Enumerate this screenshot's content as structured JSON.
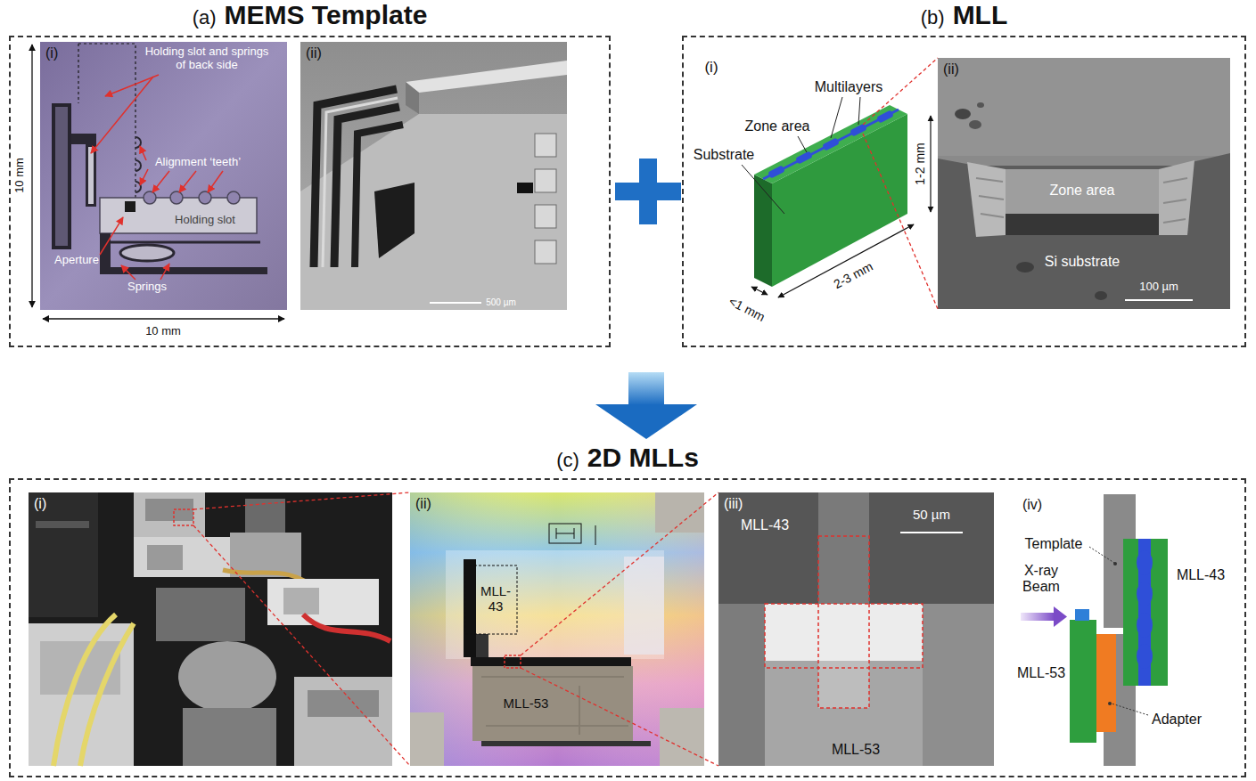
{
  "diagram": {
    "nodes": [
      {
        "text": [
          "(a)",
          "MEMS Template"
        ]
      },
      {
        "text": [
          "(i)"
        ],
        "in": 0
      },
      {
        "text": [
          "(ii)"
        ],
        "in": 0
      },
      {
        "text": [
          "(b)",
          "MLL"
        ]
      },
      {
        "text": [
          "(ii)"
        ],
        "in": 3
      },
      {
        "text": [
          "(c)",
          "2D MLLs"
        ]
      },
      {
        "text": [
          "(i)"
        ],
        "in": 5
      },
      {
        "text": [
          "(ii)"
        ],
        "in": 5
      },
      {
        "text": [
          "(iii)"
        ],
        "in": 5
      }
    ],
    "labels": [
      "10 mm",
      "10 mm",
      "Holding slot and springs of back side",
      "Alignment ‘teeth’",
      "Holding slot",
      "Aperture",
      "Springs",
      "500 µm",
      "(i)",
      "Multilayers",
      "Zone area",
      "Substrate",
      "1-2 mm",
      "2-3 mm",
      "<1 mm",
      "Zone area",
      "Si substrate",
      "100 µm",
      "MLL-43",
      "MLL-53",
      "MLL-43",
      "50 µm",
      "MLL-53",
      "(iv)",
      "Template",
      "X-ray Beam",
      "MLL-43",
      "MLL-53",
      "Adapter"
    ]
  }
}
